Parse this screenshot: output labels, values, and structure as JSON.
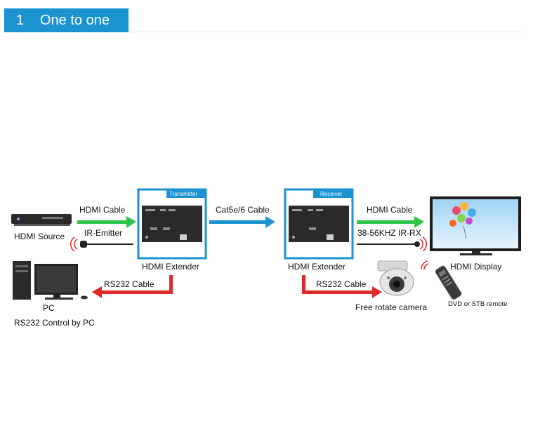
{
  "header": {
    "number": "1",
    "title": "One to one"
  },
  "labels": {
    "hdmi_source": "HDMI Source",
    "hdmi_cable_left": "HDMI Cable",
    "ir_emitter": "IR-Emitter",
    "transmitter": "Transmitter",
    "hdmi_extender_left": "HDMI Extender",
    "cat_cable": "Cat5e/6 Cable",
    "receiver": "Receiver",
    "hdmi_extender_right": "HDMI Extender",
    "hdmi_cable_right": "HDMI Cable",
    "ir_rx": "38-56KHZ IR-RX",
    "hdmi_display": "HDMI Display",
    "rs232_left": "RS232 Cable",
    "pc": "PC",
    "rs232_control": "RS232 Control by PC",
    "rs232_right": "RS232 Cable",
    "camera": "Free rotate camera",
    "remote": "DVD or STB remote"
  },
  "colors": {
    "header_bg": "#1a93d0",
    "box_border": "#1a93d0",
    "hdmi_arrow": "#2ec44a",
    "cat_arrow": "#1a93d0",
    "rs232_arrow": "#e02a2a",
    "device": "#2a2a2a"
  }
}
